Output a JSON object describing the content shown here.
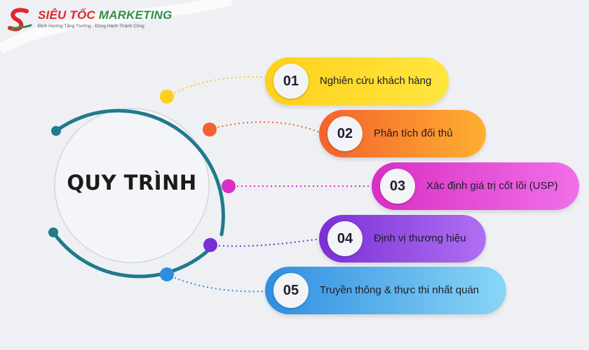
{
  "brand": {
    "name_part1": "SIÊU TỐC",
    "name_part2": "MARKETING",
    "tagline": "Định Hướng Tăng Trưởng - Đồng Hành Thành Công"
  },
  "center": {
    "title": "QUY TRÌNH"
  },
  "steps": [
    {
      "number": "01",
      "label": "Nghiên cứu khách hàng",
      "color": "#ffd01a",
      "gradient_to": "#ffe640"
    },
    {
      "number": "02",
      "label": "Phân tích đối thủ",
      "color": "#f4622e",
      "gradient_to": "#ffb030"
    },
    {
      "number": "03",
      "label": "Xác định giá trị cốt lõi (USP)",
      "color": "#d92fc4",
      "gradient_to": "#f070e8"
    },
    {
      "number": "04",
      "label": "Định vị thương hiệu",
      "color": "#7a2fd6",
      "gradient_to": "#b070f2"
    },
    {
      "number": "05",
      "label": "Truyền thông & thực thi nhất quán",
      "color": "#2f8ee0",
      "gradient_to": "#8ad6f6"
    }
  ],
  "colors": {
    "ring": "#1f7a8c",
    "background": "#eef0f4"
  }
}
